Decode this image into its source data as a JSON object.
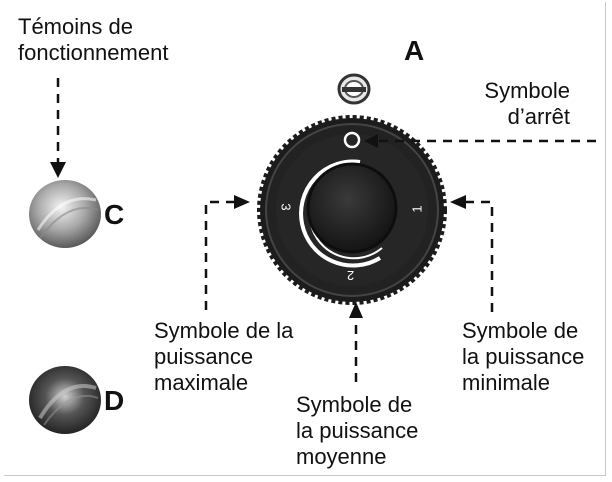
{
  "labels": {
    "indicators": [
      "Témoins de",
      "fonctionnement"
    ],
    "stop_symbol": [
      "Symbole",
      "d’arrêt"
    ],
    "max_power": [
      "Symbole de la",
      "puissance",
      "maximale"
    ],
    "mid_power": [
      "Symbole de",
      "la puissance",
      "moyenne"
    ],
    "min_power": [
      "Symbole de",
      "la puissance",
      "minimale"
    ]
  },
  "letters": {
    "a": "A",
    "c": "C",
    "d": "D"
  },
  "dial_marks": {
    "stop": "o",
    "min": "1",
    "mid": "2",
    "max": "3"
  },
  "colors": {
    "line": "#111111",
    "dial": "#1c1c1c",
    "arc": "#ffffff"
  }
}
